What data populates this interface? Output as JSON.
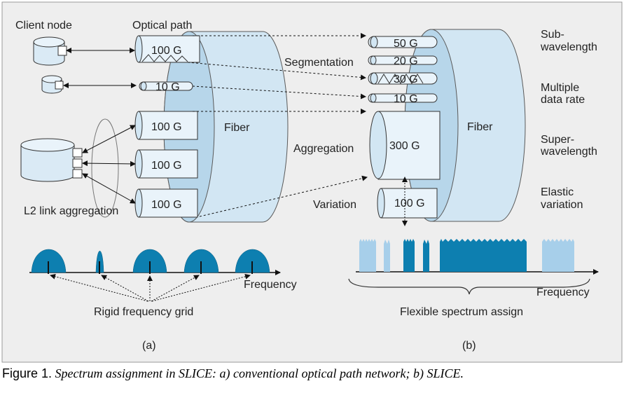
{
  "colors": {
    "panel_bg": "#eeeeee",
    "fiber_fill": "#d2e6f3",
    "fiber_face": "#b7d6ea",
    "rigid_spectrum": "#0d7fb0",
    "flex_light": "#a7cfea",
    "flex_dark": "#0d7fb0",
    "node_fill": "#daeaf5"
  },
  "labels": {
    "client_node": "Client node",
    "optical_path": "Optical path",
    "fiber_left": "Fiber",
    "fiber_right": "Fiber",
    "l2": "L2 link aggregation",
    "segmentation": "Segmentation",
    "aggregation": "Aggregation",
    "variation": "Variation",
    "sub_wavelength": [
      "Sub-",
      "wavelength"
    ],
    "multiple_rate": [
      "Multiple",
      "data rate"
    ],
    "super_wavelength": [
      "Super-",
      "wavelength"
    ],
    "elastic_variation": [
      "Elastic",
      "variation"
    ],
    "frequency_left": "Frequency",
    "frequency_right": "Frequency",
    "rigid_grid": "Rigid frequency grid",
    "flex_assign": "Flexible spectrum assign",
    "panel_a": "(a)",
    "panel_b": "(b)"
  },
  "left_paths": [
    "100 G",
    "10 G",
    "100 G",
    "100 G",
    "100 G"
  ],
  "right_paths": [
    "50 G",
    "20 G",
    "30 G",
    "10 G",
    "300 G",
    "100 G"
  ],
  "caption": {
    "label": "Figure 1.",
    "text": " Spectrum assignment in SLICE: a) conventional optical path network; b) SLICE."
  }
}
